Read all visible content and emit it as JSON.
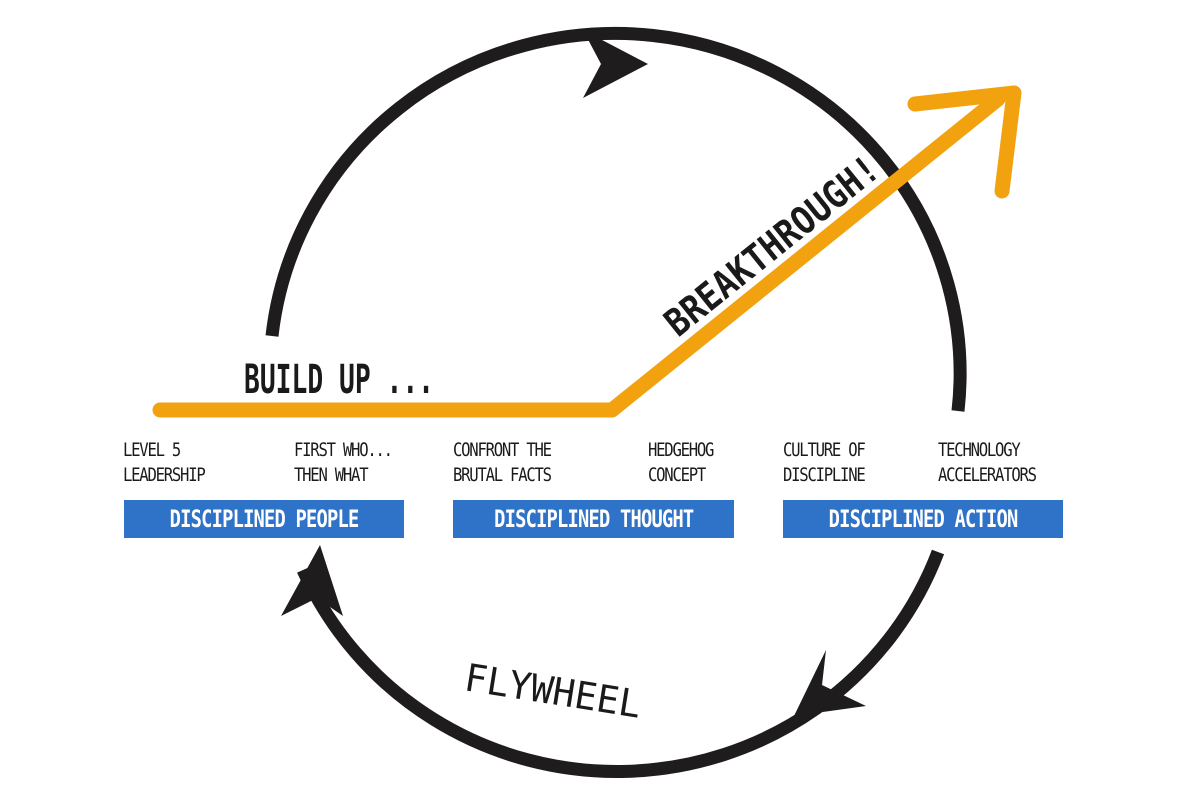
{
  "headings": {
    "build_up": "BUILD UP ...",
    "breakthrough": "BREAKTHROUGH!",
    "flywheel": "FLYWHEEL"
  },
  "principles": [
    {
      "line1": "LEVEL 5",
      "line2": "LEADERSHIP"
    },
    {
      "line1": "FIRST WHO...",
      "line2": "THEN WHAT"
    },
    {
      "line1": "CONFRONT THE",
      "line2": "BRUTAL FACTS"
    },
    {
      "line1": "HEDGEHOG",
      "line2": "CONCEPT"
    },
    {
      "line1": "CULTURE OF",
      "line2": "DISCIPLINE"
    },
    {
      "line1": "TECHNOLOGY",
      "line2": "ACCELERATORS"
    }
  ],
  "stages": [
    {
      "label": "DISCIPLINED PEOPLE"
    },
    {
      "label": "DISCIPLINED THOUGHT"
    },
    {
      "label": "DISCIPLINED ACTION"
    }
  ],
  "colors": {
    "cycle": "#1f1c1d",
    "growth_line": "#f2a20f",
    "stage_bar": "#2f73c8",
    "stage_text": "#ffffff",
    "text": "#1a1a1a"
  }
}
